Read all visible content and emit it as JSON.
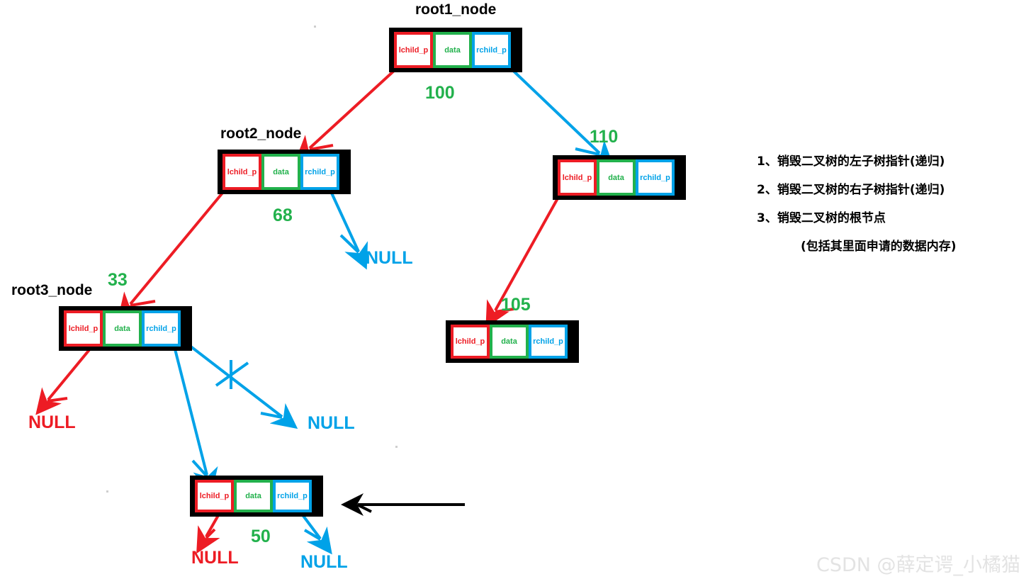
{
  "diagram": {
    "title": "binary-tree-destroy-diagram",
    "colors": {
      "lchild": "#ed1c24",
      "data": "#22b14c",
      "rchild": "#00a2e8",
      "node_border": "#000000",
      "address": "#22b14c",
      "text": "#000000",
      "watermark": "#e3e3e3"
    },
    "cell_labels": {
      "lchild": "lchild_p",
      "data": "data",
      "rchild": "rchild_p"
    },
    "nodes": [
      {
        "id": "root1",
        "name": "root1_node",
        "address": "100"
      },
      {
        "id": "root2",
        "name": "root2_node",
        "address": "68"
      },
      {
        "id": "n110",
        "name": "",
        "address": "110"
      },
      {
        "id": "root3",
        "name": "root3_node",
        "address": "33"
      },
      {
        "id": "n105",
        "name": "",
        "address": "105"
      },
      {
        "id": "n50",
        "name": "",
        "address": "50"
      }
    ],
    "nulls": [
      {
        "id": "null-root2-right",
        "label": "NULL",
        "color": "blue"
      },
      {
        "id": "null-root3-left",
        "label": "NULL",
        "color": "red"
      },
      {
        "id": "null-root3-right",
        "label": "NULL",
        "color": "blue"
      },
      {
        "id": "null-n50-left",
        "label": "NULL",
        "color": "red"
      },
      {
        "id": "null-n50-right",
        "label": "NULL",
        "color": "blue"
      }
    ],
    "notes": [
      {
        "text": "1、销毁二叉树的左子树指针(递归)",
        "indent": false
      },
      {
        "text": "2、销毁二叉树的右子树指针(递归)",
        "indent": false
      },
      {
        "text": "3、销毁二叉树的根节点",
        "indent": false
      },
      {
        "text": "(包括其里面申请的数据内存)",
        "indent": true
      }
    ]
  },
  "watermark": {
    "text": "CSDN @薛定谔_小橘猫"
  }
}
